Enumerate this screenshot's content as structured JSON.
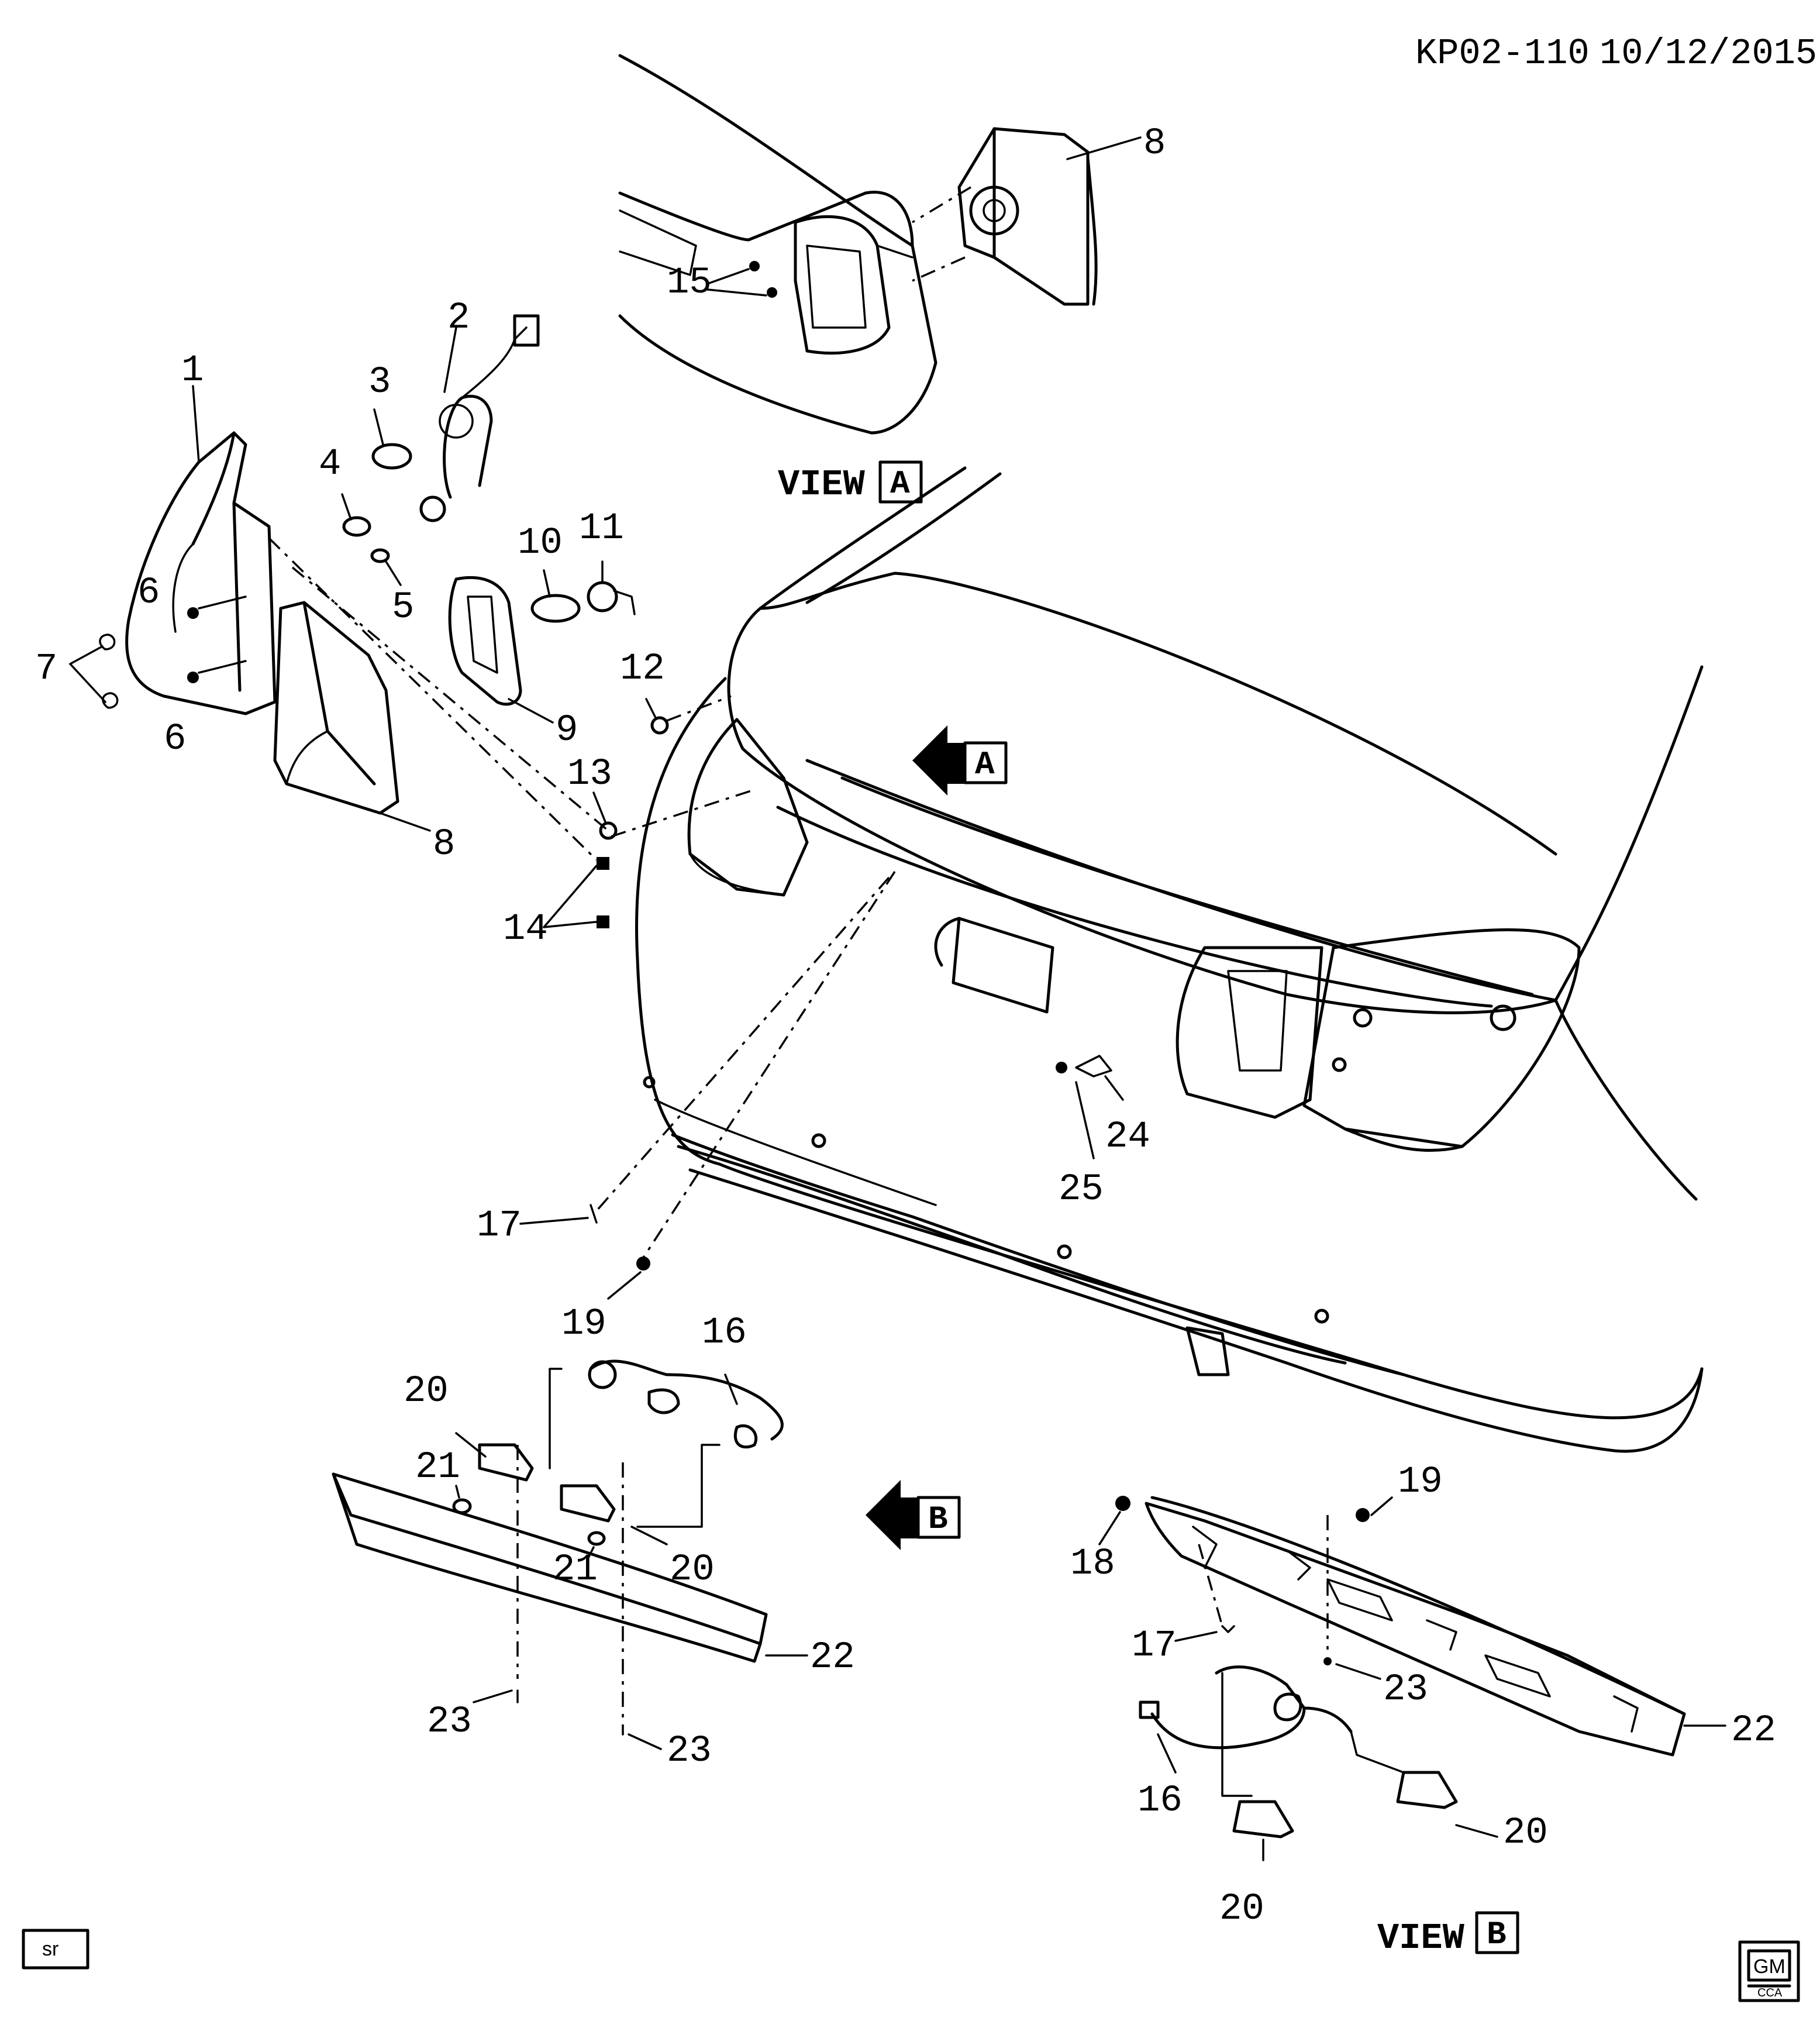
{
  "header": {
    "code": "KP02-110",
    "date": "10/12/2015"
  },
  "views": {
    "a": {
      "word": "VIEW",
      "letter": "A"
    },
    "b": {
      "word": "VIEW",
      "letter": "B"
    }
  },
  "arrow_markers": {
    "a": "A",
    "b": "B"
  },
  "callouts": {
    "c1": "1",
    "c2": "2",
    "c3": "3",
    "c4": "4",
    "c5": "5",
    "c6a": "6",
    "c6b": "6",
    "c7": "7",
    "c8a": "8",
    "c8b": "8",
    "c9": "9",
    "c10": "10",
    "c11": "11",
    "c12": "12",
    "c13": "13",
    "c14": "14",
    "c15": "15",
    "c16a": "16",
    "c16b": "16",
    "c17a": "17",
    "c17b": "17",
    "c18": "18",
    "c19a": "19",
    "c19b": "19",
    "c20a": "20",
    "c20b": "20",
    "c20c": "20",
    "c20d": "20",
    "c21a": "21",
    "c21b": "21",
    "c22a": "22",
    "c22b": "22",
    "c23a": "23",
    "c23b": "23",
    "c23c": "23",
    "c24": "24",
    "c25": "25"
  },
  "footer": {
    "tag": "sr",
    "logo_text": "GM",
    "logo_sub": "CCA"
  }
}
